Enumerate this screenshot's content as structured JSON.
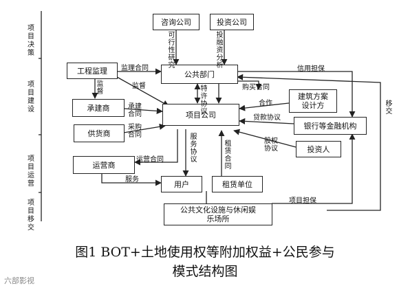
{
  "phases": [
    "项目决策",
    "项目建设",
    "项目运营",
    "项目移交"
  ],
  "nodes": {
    "consult": "咨询公司",
    "invest_co": "投资公司",
    "supervisor": "工程监理",
    "public_dept": "公共部门",
    "contractor": "承建商",
    "project_co": "项目公司",
    "design": "建筑方案设计方",
    "supplier": "供货商",
    "bank": "银行等金融机构",
    "investor": "投资人",
    "operator": "运营商",
    "user": "用户",
    "tenant": "租赁单位",
    "facility": "公共文化设施与休闲娱乐场所"
  },
  "edge_labels": {
    "feasibility": "可行性研究",
    "invest_analysis": "投融资分析",
    "supervision_contract": "监理合同",
    "supervise1": "监督",
    "supervise2": "监督",
    "credit_guarantee": "信用担保",
    "franchise": "特许协议",
    "purchase_contract": "购买合同",
    "cooperation": "合作",
    "build_contract": "承建合同",
    "loan_agreement": "贷款协议",
    "procure_contract": "采购合同",
    "transfer": "移交",
    "equity_agreement": "股权协议",
    "operate_contract": "运营合同",
    "service_agreement": "服务协议",
    "lease_contract": "租赁合同",
    "service": "服务",
    "project_guarantee": "项目担保"
  },
  "caption": {
    "line1": "图1 BOT+土地使用权等附加权益+公民参与",
    "line2": "模式结构图"
  },
  "watermark": "六部影视"
}
